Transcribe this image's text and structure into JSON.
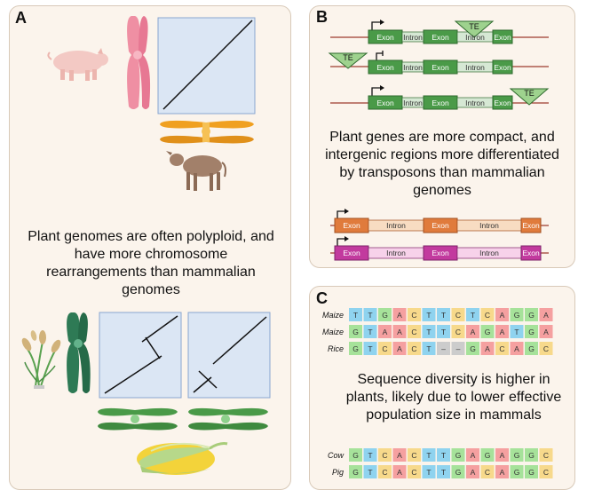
{
  "panels": {
    "a": {
      "label": "A",
      "caption": "Plant genomes are often polyploid, and have more chromosome rearrangements than mammalian genomes"
    },
    "b": {
      "label": "B",
      "caption": "Plant genes are more compact, and intergenic regions more differentiated by transposons than mammalian genomes",
      "exon_label": "Exon",
      "intron_label": "Intron",
      "te_label": "TE"
    },
    "c": {
      "label": "C",
      "caption": "Sequence diversity is higher in plants, likely due to lower effective population size in mammals",
      "plant_rows": [
        {
          "species": "Maize",
          "seq": [
            "T",
            "T",
            "G",
            "A",
            "C",
            "T",
            "T",
            "C",
            "T",
            "C",
            "A",
            "G",
            "G",
            "A"
          ]
        },
        {
          "species": "Maize",
          "seq": [
            "G",
            "T",
            "A",
            "A",
            "C",
            "T",
            "T",
            "C",
            "A",
            "G",
            "A",
            "T",
            "G",
            "A"
          ]
        },
        {
          "species": "Rice",
          "seq": [
            "G",
            "T",
            "C",
            "A",
            "C",
            "T",
            "–",
            "–",
            "G",
            "A",
            "C",
            "A",
            "G",
            "C"
          ]
        }
      ],
      "mammal_rows": [
        {
          "species": "Cow",
          "seq": [
            "G",
            "T",
            "C",
            "A",
            "C",
            "T",
            "T",
            "G",
            "A",
            "G",
            "A",
            "G",
            "G",
            "C"
          ]
        },
        {
          "species": "Pig",
          "seq": [
            "G",
            "T",
            "C",
            "A",
            "C",
            "T",
            "T",
            "G",
            "A",
            "C",
            "A",
            "G",
            "G",
            "C"
          ]
        }
      ]
    }
  },
  "colors": {
    "A": "#f5a0a0",
    "C": "#f7d98b",
    "G": "#a6e29a",
    "T": "#8fd3ef",
    "gap": "#cccccc",
    "plant_exon": "#4a9a48",
    "plant_intron": "#d6e8d4",
    "mammal1_exon": "#e07b3c",
    "mammal1_intron": "#f8dcc2",
    "mammal2_exon": "#c23a9e",
    "mammal2_intron": "#f7d2ea",
    "te": "#9ed28e"
  }
}
